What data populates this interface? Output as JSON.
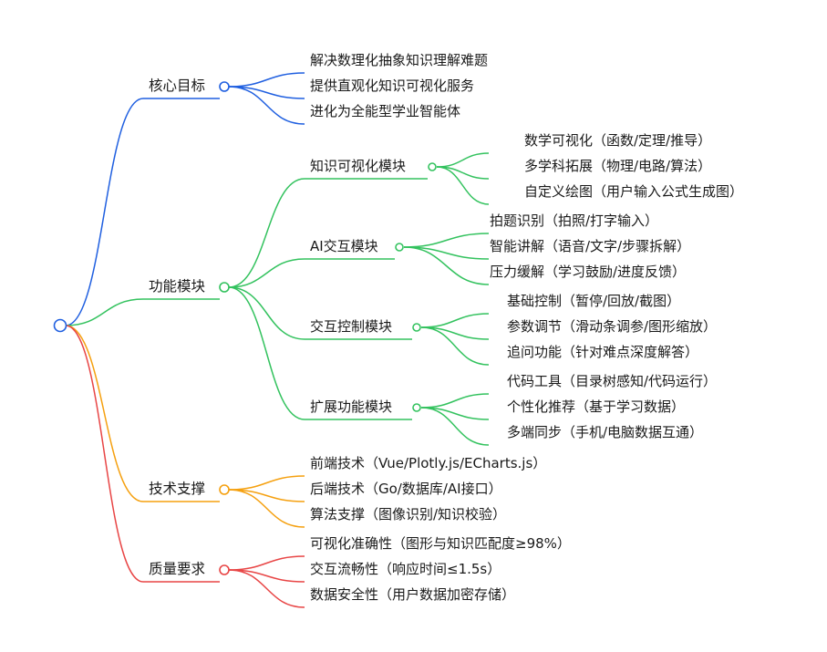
{
  "mindmap": {
    "branches": [
      {
        "label": "核心目标",
        "color": "#1f5fe0",
        "children": [
          {
            "label": "解决数理化抽象知识理解难题"
          },
          {
            "label": "提供直观化知识可视化服务"
          },
          {
            "label": "进化为全能型学业智能体"
          }
        ]
      },
      {
        "label": "功能模块",
        "color": "#33c25e",
        "children": [
          {
            "label": "知识可视化模块",
            "children": [
              {
                "label": "数学可视化（函数/定理/推导）"
              },
              {
                "label": "多学科拓展（物理/电路/算法）"
              },
              {
                "label": "自定义绘图（用户输入公式生成图）"
              }
            ]
          },
          {
            "label": "AI交互模块",
            "children": [
              {
                "label": "拍题识别（拍照/打字输入）"
              },
              {
                "label": "智能讲解（语音/文字/步骤拆解）"
              },
              {
                "label": "压力缓解（学习鼓励/进度反馈）"
              }
            ]
          },
          {
            "label": "交互控制模块",
            "children": [
              {
                "label": "基础控制（暂停/回放/截图）"
              },
              {
                "label": "参数调节（滑动条调参/图形缩放）"
              },
              {
                "label": "追问功能（针对难点深度解答）"
              }
            ]
          },
          {
            "label": "扩展功能模块",
            "children": [
              {
                "label": "代码工具（目录树感知/代码运行）"
              },
              {
                "label": "个性化推荐（基于学习数据）"
              },
              {
                "label": "多端同步（手机/电脑数据互通）"
              }
            ]
          }
        ]
      },
      {
        "label": "技术支撑",
        "color": "#f5a00f",
        "children": [
          {
            "label": "前端技术（Vue/Plotly.js/ECharts.js）"
          },
          {
            "label": "后端技术（Go/数据库/AI接口）"
          },
          {
            "label": "算法支撑（图像识别/知识校验）"
          }
        ]
      },
      {
        "label": "质量要求",
        "color": "#e84545",
        "children": [
          {
            "label": "可视化准确性（图形与知识匹配度≥98%）"
          },
          {
            "label": "交互流畅性（响应时间≤1.5s）"
          },
          {
            "label": "数据安全性（用户数据加密存储）"
          }
        ]
      }
    ]
  }
}
